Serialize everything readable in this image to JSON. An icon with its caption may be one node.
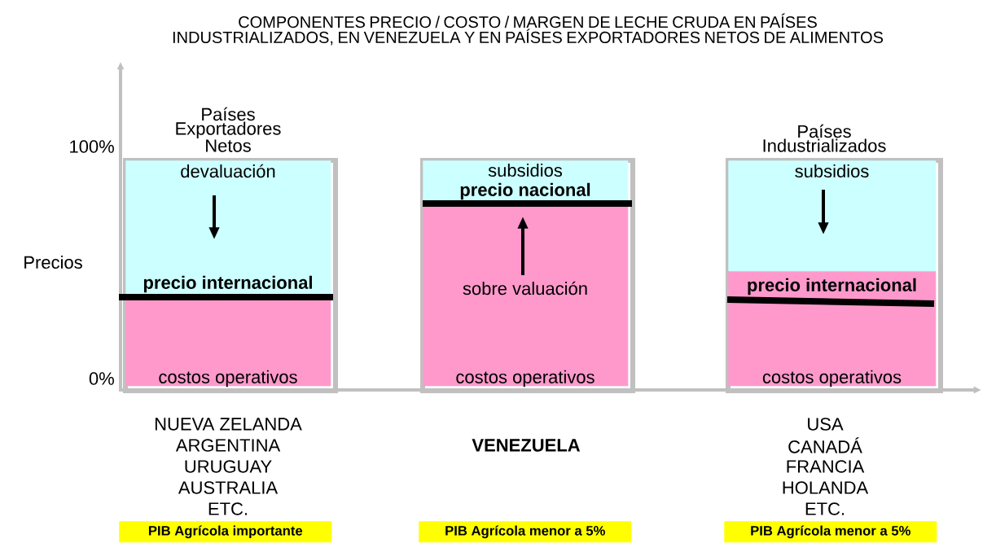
{
  "diagram": {
    "title": "COMPONENTES PRECIO / COSTO / MARGEN DE LECHE CRUDA EN PAÍSES INDUSTRIALIZADOS, EN VENEZUELA Y EN PAÍSES EXPORTADORES NETOS DE ALIMENTOS",
    "nodes": [
      {
        "text": [
          "Países Exportadores Netos"
        ],
        "beside": [
          "NUEVA ZELANDA",
          "ARGENTINA",
          "URUGUAY",
          "AUSTRALIA",
          "ETC."
        ]
      },
      {
        "text": [
          "devaluación",
          "precio internacional"
        ],
        "in": 0
      },
      {
        "text": [
          "costos operativos"
        ],
        "in": 0
      },
      {
        "text": [
          "PIB Agrícola importante"
        ]
      },
      {
        "text": [],
        "shape": "box",
        "beside": [
          "VENEZUELA"
        ]
      },
      {
        "text": [
          "subsidios",
          "precio nacional"
        ],
        "in": 4
      },
      {
        "text": [
          "sobre valuación",
          "costos operativos"
        ],
        "in": 4
      },
      {
        "text": [
          "PIB Agrícola menor a 5%"
        ]
      },
      {
        "text": [
          "Países Industrializados"
        ],
        "beside": [
          "USA",
          "CANADÁ",
          "FRANCIA",
          "HOLANDA",
          "ETC."
        ]
      },
      {
        "text": [
          "subsidios"
        ],
        "in": 8
      },
      {
        "text": [
          "precio internacional",
          "costos operativos"
        ],
        "in": 8
      },
      {
        "text": [
          "PIB Agrícola menor a 5%"
        ]
      }
    ],
    "labels": [
      "100%",
      "Precios",
      "0%"
    ]
  }
}
